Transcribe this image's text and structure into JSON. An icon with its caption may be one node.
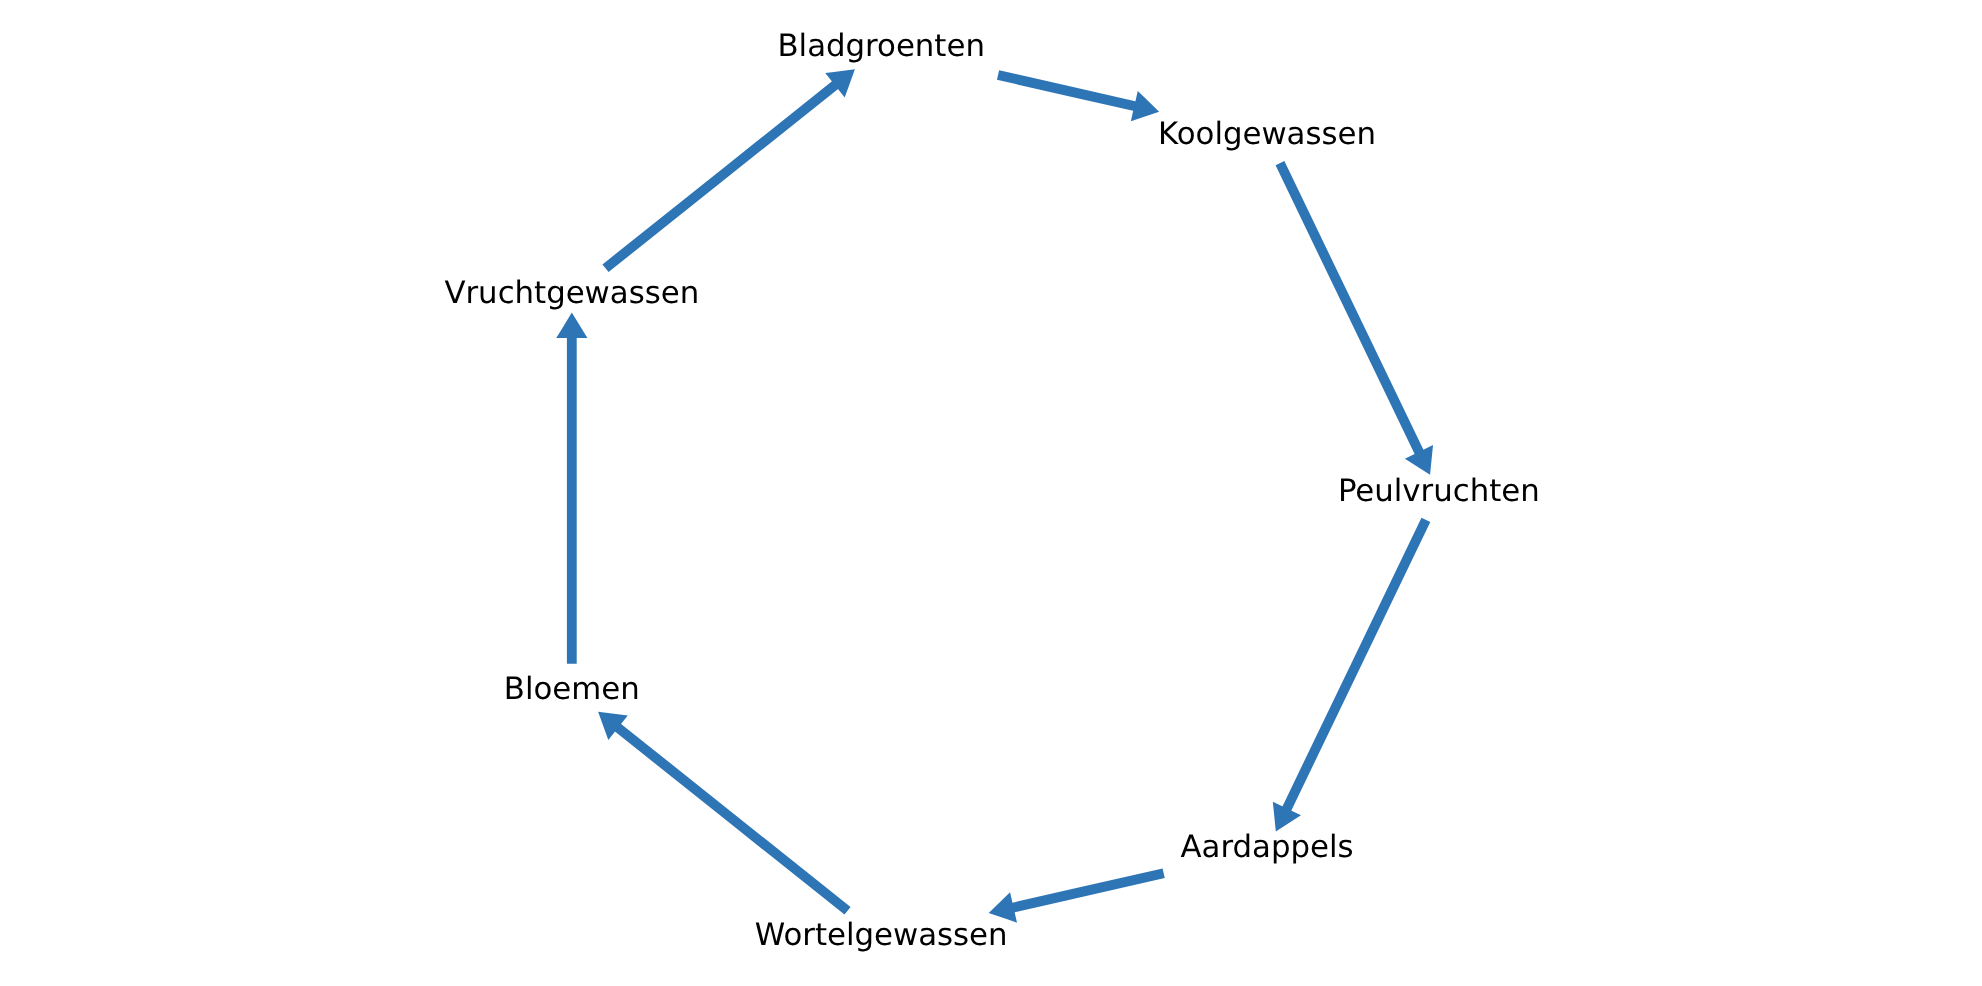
{
  "diagram": {
    "nodes": [
      {
        "text": [
          "Aardappels"
        ]
      },
      {
        "text": [
          "Wortelgewassen"
        ]
      },
      {
        "text": [
          "Bloemen"
        ]
      },
      {
        "text": [
          "Vruchtgewassen"
        ]
      },
      {
        "text": [
          "Bladgroenten"
        ]
      },
      {
        "text": [
          "Koolgewassen"
        ]
      },
      {
        "text": [
          "Peulvruchten"
        ]
      }
    ],
    "edges": [
      {
        "from": 0,
        "to": 1,
        "arrow": "to"
      },
      {
        "from": 1,
        "to": 2,
        "arrow": "to"
      },
      {
        "from": 2,
        "to": 3,
        "arrow": "to"
      },
      {
        "from": 3,
        "to": 4,
        "arrow": "to"
      },
      {
        "from": 4,
        "to": 5,
        "arrow": "to"
      },
      {
        "from": 5,
        "to": 6,
        "arrow": "to"
      },
      {
        "from": 6,
        "to": 0,
        "arrow": "to"
      }
    ]
  }
}
